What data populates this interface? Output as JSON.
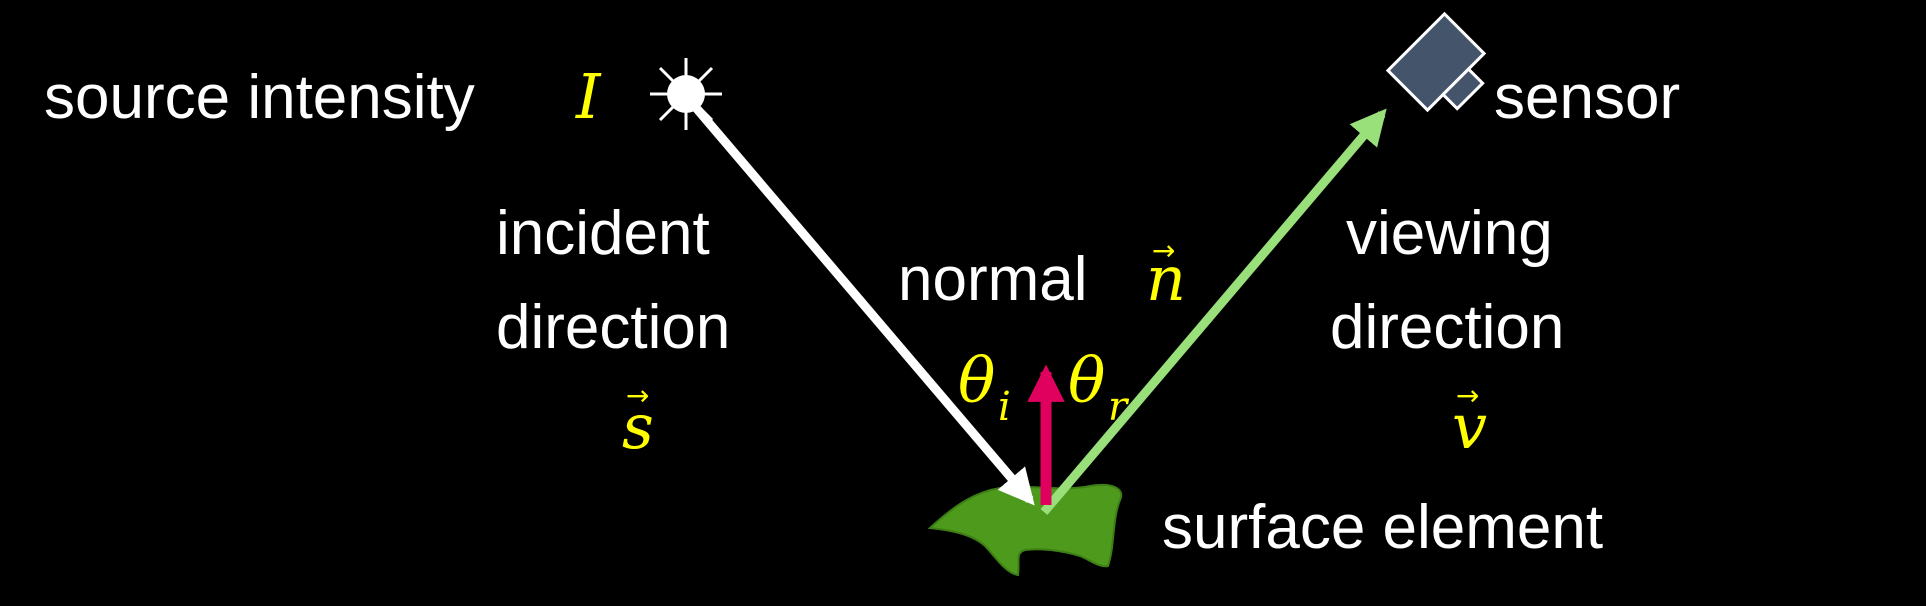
{
  "colors": {
    "background": "#000000",
    "text": "#ffffff",
    "symbol": "#ffff00",
    "incident_ray": "#ffffff",
    "viewing_ray": "#99e07a",
    "normal_arrow": "#e0005e",
    "surface_fill": "#4e9a1c",
    "sensor_body": "#44546a",
    "sensor_outline": "#ffffff"
  },
  "icons": {
    "source": "sun-icon",
    "sensor": "camera-icon",
    "surface": "surface-patch"
  },
  "labels": {
    "source": "source intensity",
    "source_symbol": "I",
    "sensor": "sensor",
    "incident_line1": "incident",
    "incident_line2": "direction",
    "incident_symbol": "s",
    "normal": "normal",
    "normal_symbol": "n",
    "viewing_line1": "viewing",
    "viewing_line2": "direction",
    "viewing_symbol": "v",
    "theta": "θ",
    "theta_i_sub": "i",
    "theta_r_sub": "r",
    "surface": "surface element"
  }
}
